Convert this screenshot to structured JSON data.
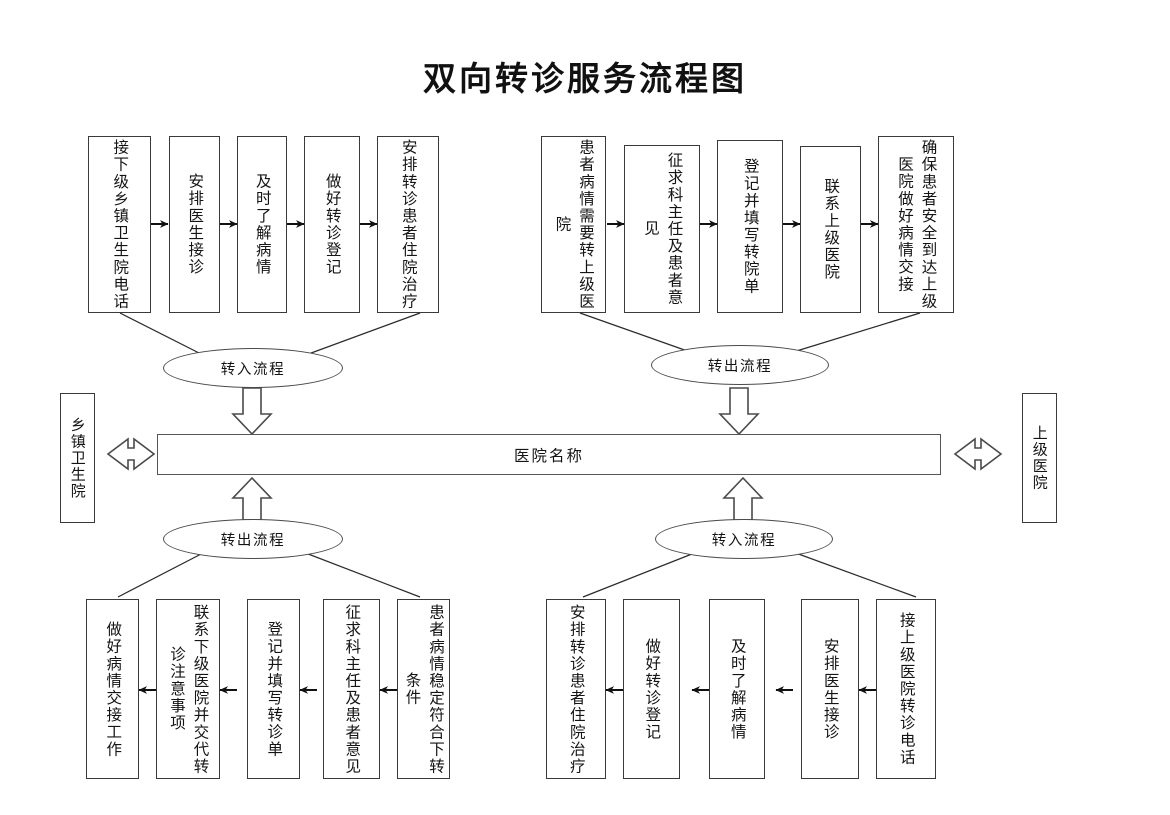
{
  "title": "双向转诊服务流程图",
  "center": {
    "bar_label": "医院名称"
  },
  "side": {
    "left_label": "乡镇卫生院",
    "right_label": "上级医院"
  },
  "ellipses": {
    "top_left": "转入流程",
    "top_right": "转出流程",
    "bottom_left": "转出流程",
    "bottom_right": "转入流程"
  },
  "flows": {
    "top_left_row": [
      "接下级乡镇卫生院电话",
      "安排医生接诊",
      "及时了解病情",
      "做好转诊登记",
      "安排转诊患者住院治疗"
    ],
    "top_right_row": [
      "患者病情需要转上级医院",
      "征求科主任及患者意见",
      "登记并填写转院单",
      "联系上级医院",
      "确保患者安全到达上级医院做好病情交接"
    ],
    "bottom_left_row": [
      "做好病情交接工作",
      "联系下级医院并交代转诊注意事项",
      "登记并填写转诊单",
      "征求科主任及患者意见",
      "患者病情稳定符合下转条件"
    ],
    "bottom_right_row": [
      "安排转诊患者住院治疗",
      "做好转诊登记",
      "及时了解病情",
      "安排医生接诊",
      "接上级医院转诊电话"
    ]
  },
  "colors": {
    "stroke": "#3a3a3a",
    "text": "#141414",
    "background": "#ffffff"
  }
}
